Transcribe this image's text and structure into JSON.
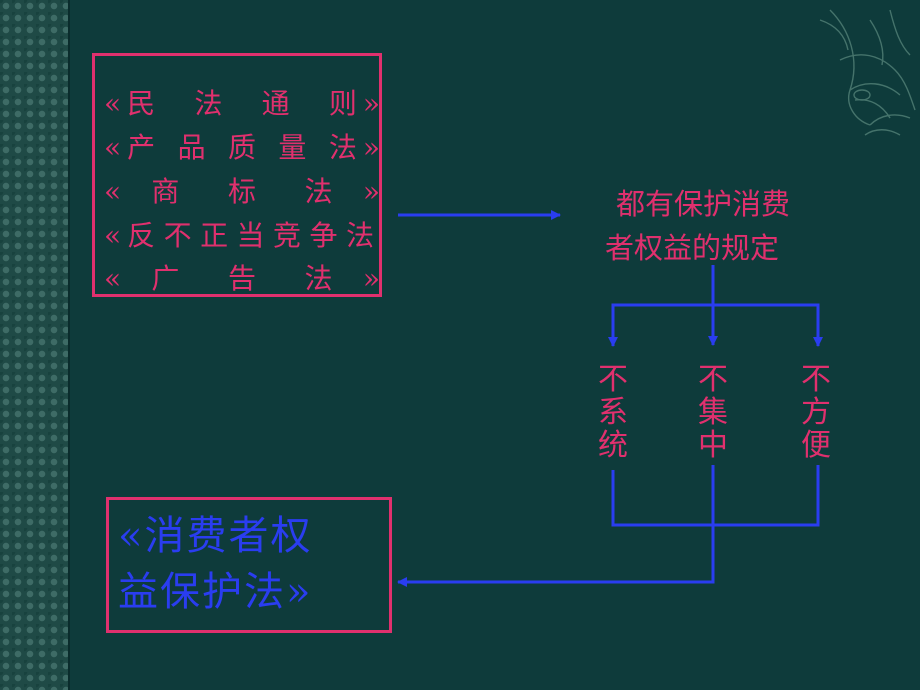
{
  "law_list": {
    "lines": [
      {
        "open": "«",
        "text": "民法通则",
        "close": "»"
      },
      {
        "open": "«",
        "text": "产品质量法",
        "close": "»"
      },
      {
        "open": "«",
        "text": "商标法",
        "close": "»"
      },
      {
        "open": "«",
        "text": "反不正当竞争法",
        "close": ""
      },
      {
        "open": "«",
        "text": "广告法",
        "close": "»"
      }
    ]
  },
  "note": {
    "line1": "都有保护消费",
    "line2": "者权益的规定"
  },
  "problems": [
    {
      "text": "不系统"
    },
    {
      "text": "不集中"
    },
    {
      "text": "不方便"
    }
  ],
  "result": {
    "line1": "«消费者权",
    "line2": "益保护法»"
  },
  "colors": {
    "background": "#0e3b3b",
    "frame_and_text": "#e0306e",
    "arrows_and_result": "#2a3df0"
  }
}
